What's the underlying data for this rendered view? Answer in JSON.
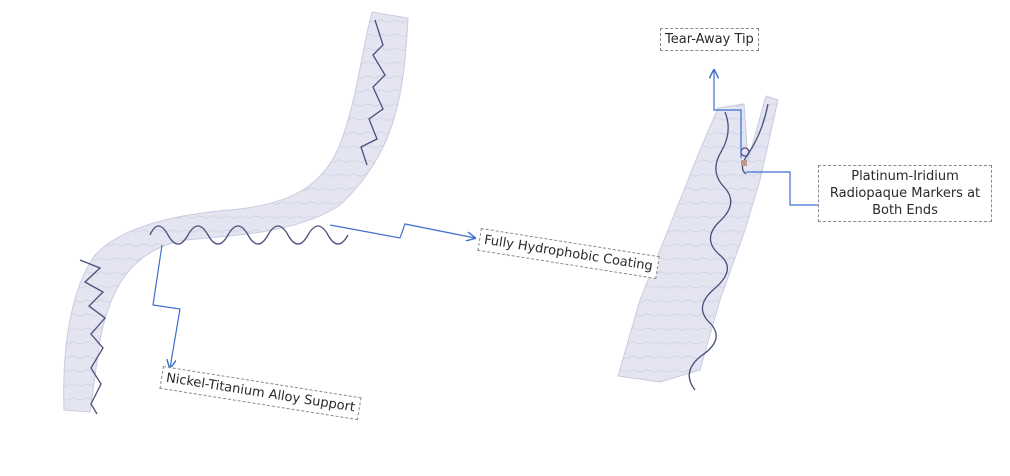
{
  "diagram": {
    "type": "annotated-illustration",
    "subject": "stent",
    "colors": {
      "leader_line": "#3f6fcf",
      "label_border": "#8a8a8a",
      "label_text": "#2a2a2a",
      "stent_fill": "#e3e4f0",
      "stent_wire": "#4a4f7a"
    },
    "labels": {
      "tear_away_tip": "Tear-Away Tip",
      "markers_line1": "Platinum-Iridium",
      "markers_line2": "Radiopaque Markers at",
      "markers_line3": "Both Ends",
      "coating": "Fully Hydrophobic Coating",
      "alloy": "Nickel-Titanium Alloy Support"
    }
  }
}
